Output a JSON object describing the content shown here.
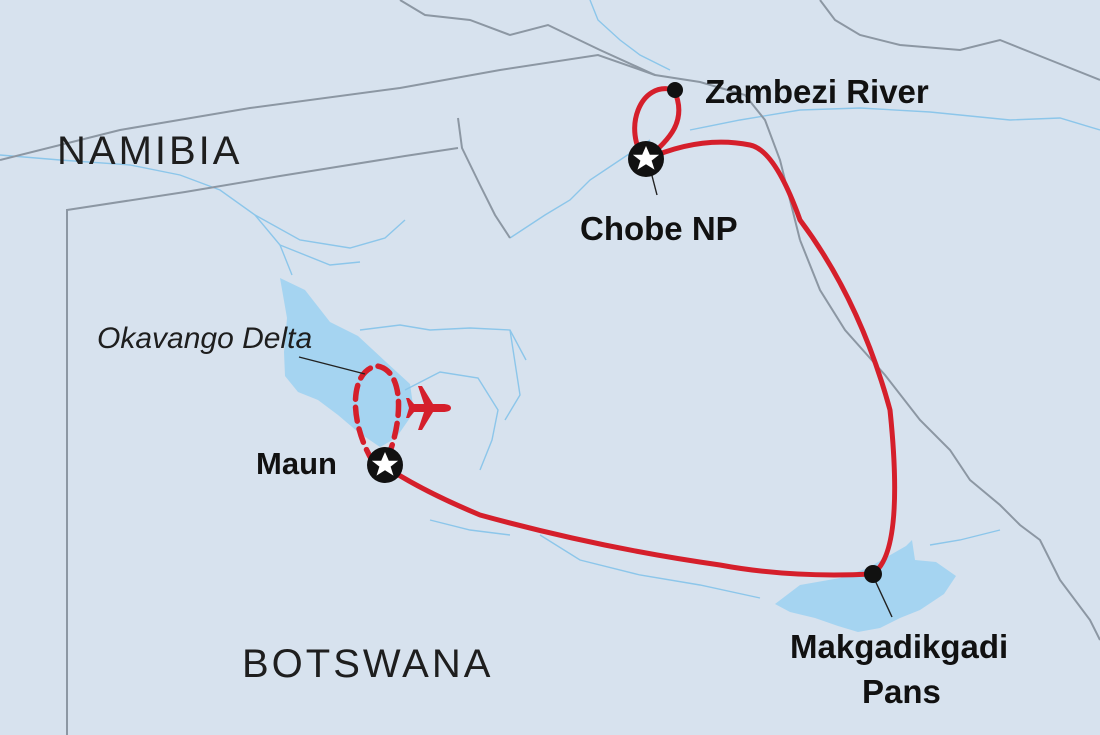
{
  "colors": {
    "background": "#d7e2ee",
    "water": "#a5d4f1",
    "river": "#8cc6ea",
    "border": "#8c97a3",
    "route": "#d51f2b",
    "marker": "#111111"
  },
  "countries": {
    "namibia": "NAMIBIA",
    "botswana": "BOTSWANA"
  },
  "places": {
    "zambezi": "Zambezi River",
    "chobe": "Chobe NP",
    "maun": "Maun",
    "okavango": "Okavango Delta",
    "makgadikgadi_line1": "Makgadikgadi",
    "makgadikgadi_line2": "Pans"
  },
  "icons": {
    "start_marker": "star-in-circle-icon",
    "stop_marker": "dot-icon",
    "flight": "airplane-icon"
  }
}
